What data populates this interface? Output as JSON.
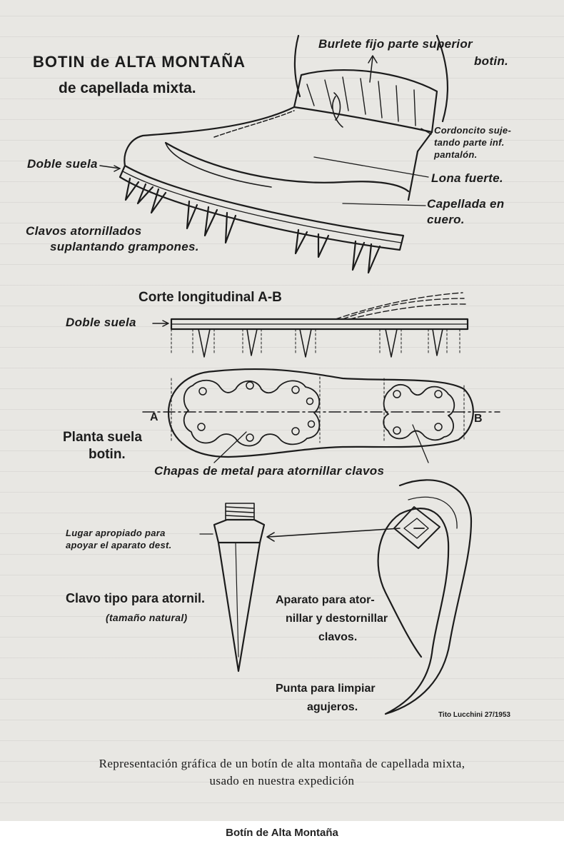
{
  "figure": {
    "title_line1": "BOTIN de ALTA MONTAÑA",
    "title_line2": "de capellada mixta.",
    "labels": {
      "burlete_1": "Burlete fijo parte superior",
      "burlete_2": "botin.",
      "cordoncito_1": "Cordoncito suje-",
      "cordoncito_2": "tando parte inf.",
      "cordoncito_3": "pantalón.",
      "lona": "Lona fuerte.",
      "capellada_1": "Capellada en",
      "capellada_2": "cuero.",
      "doble_suela_top": "Doble suela",
      "clavos_1": "Clavos atornillados",
      "clavos_2": "suplantando grampones.",
      "corte": "Corte longitudinal A-B",
      "doble_suela_section": "Doble suela",
      "point_a": "A",
      "point_b": "B",
      "planta_1": "Planta suela",
      "planta_2": "botin.",
      "chapas": "Chapas de metal para atornillar clavos",
      "lugar_1": "Lugar apropiado para",
      "lugar_2": "apoyar el aparato dest.",
      "clavo_1": "Clavo tipo para atornil.",
      "clavo_2": "(tamaño natural)",
      "aparato_1": "Aparato para ator-",
      "aparato_2": "nillar y destornillar",
      "aparato_3": "clavos.",
      "punta_1": "Punta para limpiar",
      "punta_2": "agujeros.",
      "signature": "Tito Lucchini 27/1953"
    },
    "caption_line1": "Representación gráfica de un botín de alta montaña de capellada mixta,",
    "caption_line2": "usado en nuestra expedición"
  },
  "footer_caption": "Botín de Alta Montaña",
  "colors": {
    "paper": "#e8e7e3",
    "ink": "#1c1c1c",
    "background": "#ffffff"
  }
}
